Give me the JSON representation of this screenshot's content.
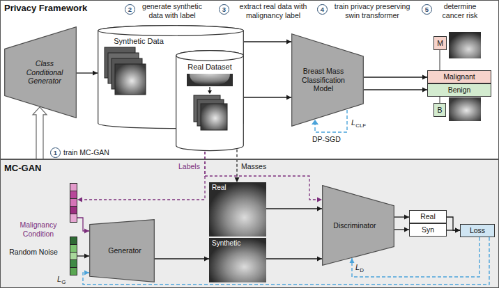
{
  "diagram": {
    "nodes": [
      {
        "text": [
          "Privacy Framework"
        ]
      },
      {
        "text": [
          "Class Conditional Generator"
        ],
        "in": 0
      },
      {
        "text": [
          "Synthetic Data"
        ],
        "in": 0
      },
      {
        "text": [
          "Real Dataset"
        ],
        "in": 0
      },
      {
        "text": [
          "Breast Mass Classification Model"
        ],
        "in": 0
      },
      {
        "text": [
          "M"
        ],
        "in": 0
      },
      {
        "text": [
          "Malignant"
        ],
        "in": 0
      },
      {
        "text": [
          "Benign"
        ],
        "in": 0
      },
      {
        "text": [
          "B"
        ],
        "in": 0
      },
      {
        "text": [
          "MC-GAN"
        ]
      },
      {
        "text": [
          "Real"
        ],
        "in": 9
      },
      {
        "text": [
          "Malignancy Condition"
        ],
        "in": 9
      },
      {
        "text": [
          "Discriminator"
        ],
        "in": 9
      },
      {
        "text": [
          "Real"
        ],
        "in": 9
      },
      {
        "text": [
          "Loss"
        ],
        "in": 9
      },
      {
        "text": [
          "Synthetic"
        ],
        "in": 9
      },
      {
        "text": [
          "Random Noise"
        ],
        "in": 9
      },
      {
        "text": [
          "Generator"
        ],
        "in": 9
      },
      {
        "text": [
          "Syn"
        ],
        "in": 9
      }
    ],
    "edges": [
      {
        "from": 1,
        "to": 2,
        "arrow": "to"
      },
      {
        "from": 2,
        "to": 4,
        "arrow": "to"
      },
      {
        "from": 3,
        "to": 4,
        "arrow": "to"
      },
      {
        "from": 4,
        "to": 6,
        "arrow": "to"
      },
      {
        "from": 4,
        "to": 7,
        "arrow": "to"
      },
      {
        "from": 5,
        "to": 6,
        "arrow": "none"
      },
      {
        "from": 8,
        "to": 7,
        "arrow": "none"
      },
      {
        "from": 9,
        "to": 1,
        "arrow": "to"
      },
      {
        "from": 3,
        "to": 10,
        "label": "Masses",
        "arrow": "to"
      },
      {
        "from": 3,
        "to": 11,
        "label": "Labels",
        "arrow": "to"
      },
      {
        "from": 3,
        "to": 12,
        "arrow": "to"
      },
      {
        "from": 11,
        "to": 17,
        "arrow": "to"
      },
      {
        "from": 16,
        "to": 17,
        "arrow": "to"
      },
      {
        "from": 17,
        "to": 15,
        "arrow": "to"
      },
      {
        "from": 10,
        "to": 12,
        "arrow": "to"
      },
      {
        "from": 15,
        "to": 12,
        "arrow": "to"
      },
      {
        "from": 12,
        "to": 13,
        "arrow": "to"
      },
      {
        "from": 12,
        "to": 18,
        "arrow": "to"
      },
      {
        "from": 13,
        "to": 14,
        "arrow": "to"
      },
      {
        "from": 18,
        "to": 14,
        "arrow": "to"
      },
      {
        "from": 14,
        "to": 12,
        "label": "LD",
        "arrow": "to"
      },
      {
        "from": 14,
        "to": 17,
        "label": "LG",
        "arrow": "to"
      }
    ],
    "labels": [
      "1",
      "train MC-GAN",
      "2",
      "generate synthetic data with label",
      "3",
      "extract real data with malignancy label",
      "4",
      "train privacy preserving swin transformer",
      "5",
      "determine cancer risk",
      "LCLF",
      "DP-SGD"
    ]
  }
}
